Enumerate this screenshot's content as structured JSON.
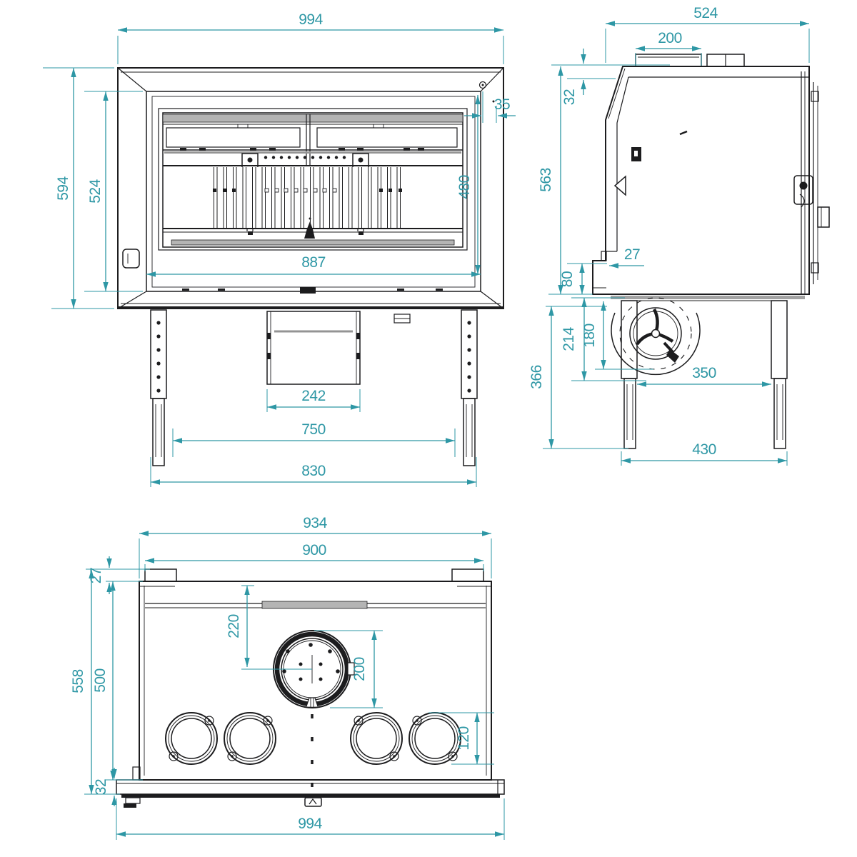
{
  "document": {
    "type": "technical-dimension-drawing",
    "subject": "fireplace insert stove - three orthographic views",
    "units": "mm"
  },
  "colors": {
    "dimension_accent": "#2e97a5",
    "drawing_line": "#1c1c1e",
    "background": "#ffffff"
  },
  "views": {
    "front": {
      "name": "front view",
      "dims": {
        "overall_width": "994",
        "overall_height": "594",
        "door_height": "524",
        "glass_top_offset": "35",
        "glass_height": "480",
        "glass_width": "887",
        "ash_drawer_width": "242",
        "feet_inner_span": "750",
        "legs_outer_span": "830"
      }
    },
    "side": {
      "name": "side view",
      "dims": {
        "overall_depth": "524",
        "flue_collar_width": "200",
        "top_plate_offset": "32",
        "body_height": "563",
        "rear_step_depth": "27",
        "rear_step_height": "80",
        "fan_housing_height": "180",
        "base_zone_height": "214",
        "leg_zone_height": "366",
        "feet_inner_span": "350",
        "legs_outer_span": "430"
      }
    },
    "bottom": {
      "name": "bottom view",
      "dims": {
        "body_width": "934",
        "tabs_span": "900",
        "tab_depth": "27",
        "flue_center_offset": "220",
        "flue_diameter": "200",
        "overall_depth": "558",
        "body_depth": "500",
        "vent_diameter": "120",
        "front_frame_depth": "32",
        "front_frame_width": "994"
      }
    }
  }
}
